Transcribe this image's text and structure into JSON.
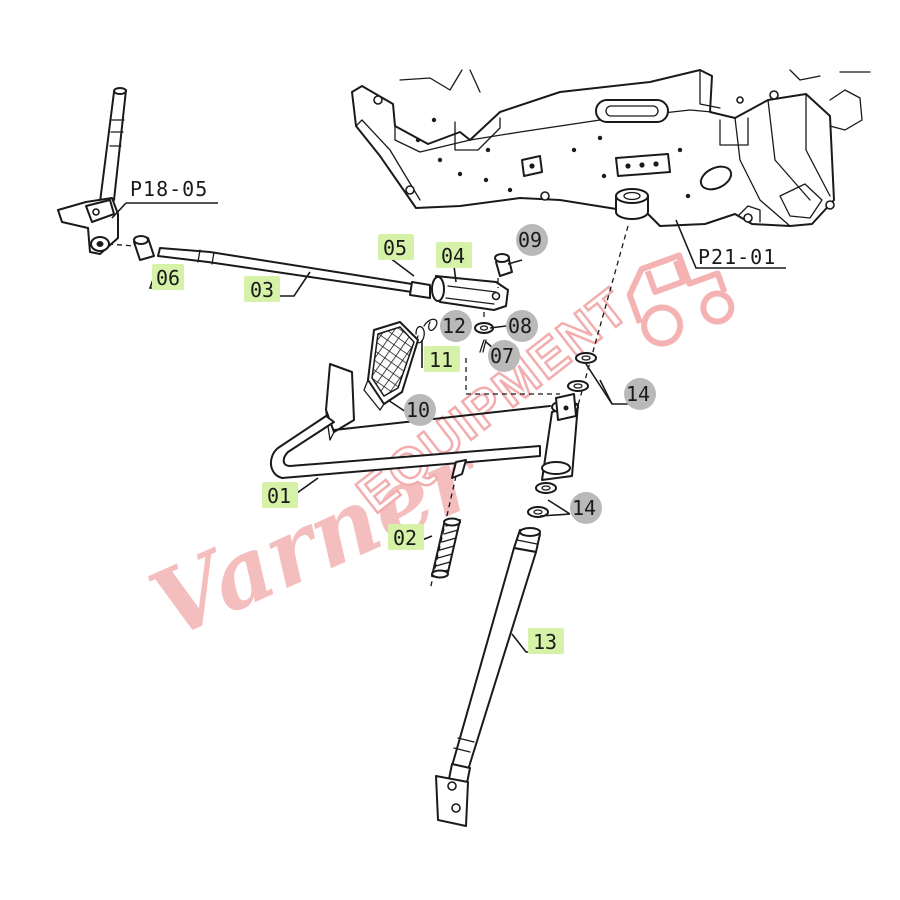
{
  "colors": {
    "line": "#1a1a1a",
    "badge_green": "#d6f2a8",
    "badge_gray": "#b9b9b9",
    "watermark": "#f4b3b3"
  },
  "refs": {
    "p18": "P18-05",
    "p21": "P21-01"
  },
  "badges": {
    "b01": "01",
    "b02": "02",
    "b03": "03",
    "b04": "04",
    "b05": "05",
    "b06": "06",
    "b07": "07",
    "b08": "08",
    "b09": "09",
    "b10": "10",
    "b11": "11",
    "b12": "12",
    "b13": "13",
    "b14a": "14",
    "b14b": "14"
  },
  "watermark": {
    "script": "Varner",
    "block": "EQUIPMENT",
    "logo": "tractor-logo"
  }
}
